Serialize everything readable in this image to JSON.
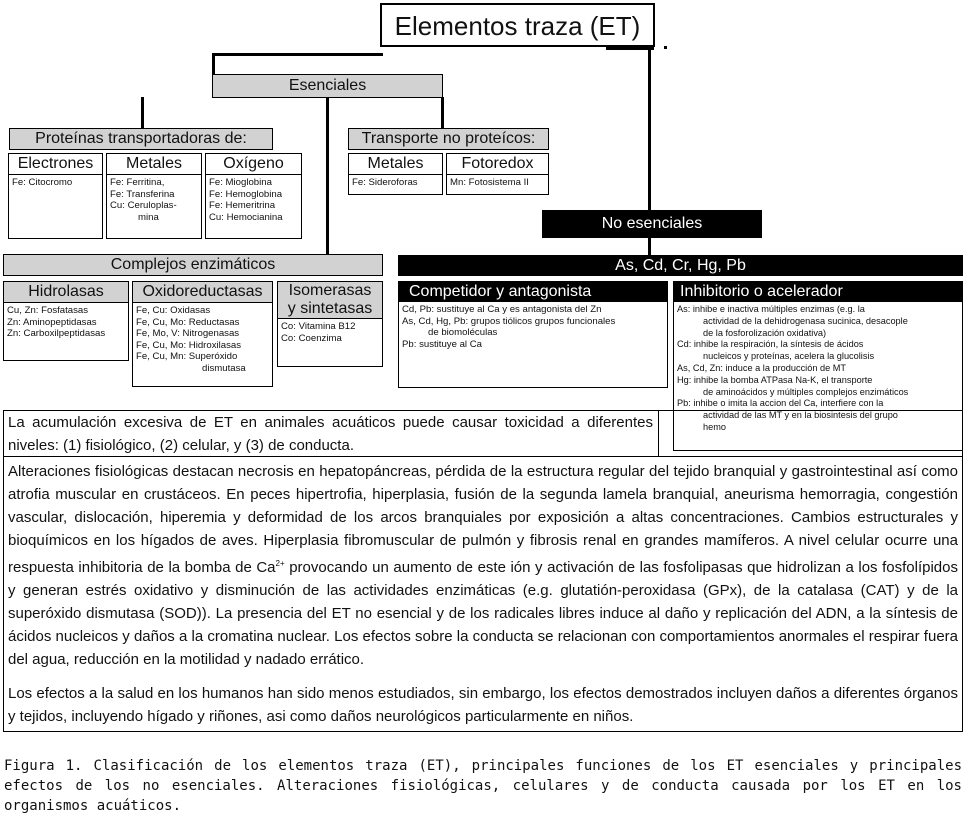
{
  "title": "Elementos traza (ET)",
  "esenciales": {
    "label": "Esenciales",
    "proteinas": {
      "label": "Proteínas transportadoras de:",
      "electrones": {
        "label": "Electrones",
        "items": [
          "Fe: Citocromo"
        ]
      },
      "metales": {
        "label": "Metales",
        "items": [
          "Fe: Ferritina,",
          "Fe: Transferina",
          "Cu: Ceruloplas-",
          "mina"
        ]
      },
      "oxigeno": {
        "label": "Oxígeno",
        "items": [
          "Fe: Mioglobina",
          "Fe: Hemoglobina",
          "Fe: Hemeritrina",
          "Cu: Hemocianina"
        ]
      }
    },
    "transporte": {
      "label": "Transporte no proteícos:",
      "metales": {
        "label": "Metales",
        "items": [
          "Fe: Sideroforas"
        ]
      },
      "fotoredox": {
        "label": "Fotoredox",
        "items": [
          "Mn: Fotosistema II"
        ]
      }
    },
    "complejos": {
      "label": "Complejos enzimáticos",
      "hidrolasas": {
        "label": "Hidrolasas",
        "items": [
          "Cu, Zn: Fosfatasas",
          "Zn: Aminopeptidasas",
          "Zn: Carboxilpeptidasas"
        ]
      },
      "oxidoreductasas": {
        "label": "Oxidoreductasas",
        "items": [
          "Fe, Cu: Oxidasas",
          "Fe, Cu, Mo: Reductasas",
          "Fe, Mo, V: Nitrogenasas",
          "Fe, Cu, Mo: Hidroxilasas",
          "Fe, Cu, Mn: Superóxido",
          "dismutasa"
        ]
      },
      "isomerasas": {
        "label1": "Isomerasas",
        "label2": "y sintetasas",
        "items": [
          "Co: Vitamina B12",
          "Co: Coenzima"
        ]
      }
    }
  },
  "no_esenciales": {
    "label": "No esenciales",
    "elements": "As, Cd, Cr, Hg, Pb",
    "competidor": {
      "label": "Competidor y antagonista",
      "items": [
        "Cd, Pb: sustituye al Ca y es antagonista del Zn",
        "As, Cd, Hg, Pb: grupos tiólicos grupos funcionales",
        "de biomoléculas",
        "Pb: sustituye al Ca"
      ]
    },
    "inhibitorio": {
      "label": "Inhibitorio o acelerador",
      "items": [
        "As: inhibe e inactiva múltiples enzimas (e.g. la",
        "actividad de la dehidrogenasa sucinica, desacople",
        "de la fosforolización oxidativa)",
        "Cd: inhibe la respiración, la síntesis de ácidos",
        "nucleicos y proteínas, acelera la glucolisis",
        "As, Cd, Zn: induce a la producción de MT",
        "Hg: inhibe la bomba ATPasa Na-K, el transporte",
        "de aminoácidos y múltiples complejos enzimáticos",
        "Pb: inhibe o imita la accion del Ca, interfiere con la",
        "actividad de las MT y en la biosintesis del grupo",
        "hemo"
      ]
    }
  },
  "text": {
    "p1": "La acumulación excesiva de ET en animales acuáticos puede causar toxicidad a diferentes niveles: (1) fisiológico, (2) celular, y (3) de conducta.",
    "p2a": "Alteraciones fisiológicas destacan necrosis en hepatopáncreas, pérdida de la estructura regular del tejido branquial y gastrointestinal así como atrofia muscular en crustáceos. En peces hipertrofia, hiperplasia, fusión de la segunda lamela branquial, aneurisma hemorragia, congestión vascular, dislocación, hiperemia y deformidad de los arcos branquiales por exposición a altas concentraciones. Cambios estructurales y bioquímicos en los hígados de aves. Hiperplasia fibromuscular de pulmón y fibrosis renal en grandes mamíferos. A nivel celular ocurre una respuesta inhibitoria de la bomba de Ca",
    "p2sup": "2+",
    "p2b": " provocando un aumento de este ión y activación de las fosfolipasas que hidrolizan a los fosfolípidos y generan estrés oxidativo y disminución de las actividades enzimáticas (e.g. glutatión-peroxidasa (GPx), de la catalasa (CAT) y de la superóxido dismutasa (SOD)). La presencia del ET no esencial y de los radicales libres induce al daño y replicación del ADN, a la síntesis de ácidos nucleicos y daños a la cromatina nuclear. Los efectos sobre la conducta se relacionan con comportamientos anormales el respirar fuera del agua, reducción en la motilidad y nadado errático.",
    "p3": "Los efectos a la salud en los humanos han sido menos estudiados, sin embargo, los efectos demostrados incluyen daños a diferentes órganos y tejidos, incluyendo hígado y riñones, asi como daños neurológicos particularmente en niños."
  },
  "caption": "Figura 1. Clasificación de los elementos traza (ET), principales funciones de los ET esenciales y principales efectos de los no esenciales. Alteraciones fisiológicas, celulares y de conducta causada por los ET en los organismos acuáticos."
}
